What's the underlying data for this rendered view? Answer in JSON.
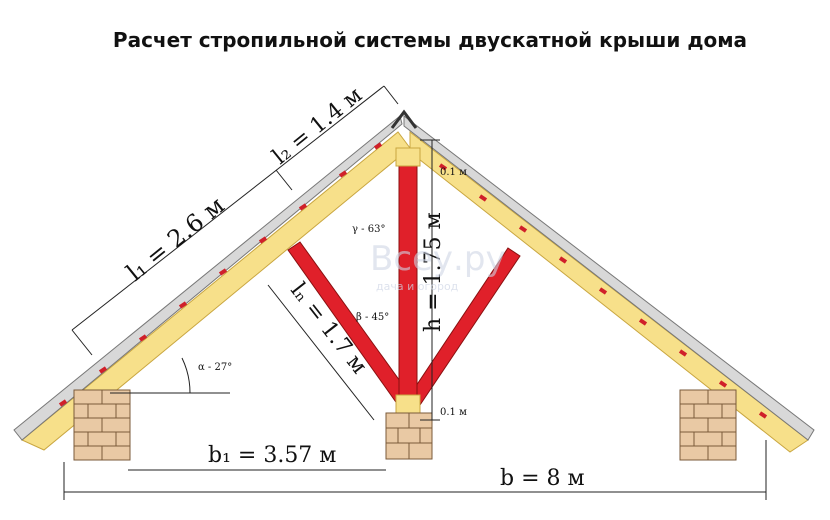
{
  "title": "Расчет стропильной системы двускатной крыши дома",
  "labels": {
    "l2": "l₂ = 1.4 м",
    "l1": "l₁ = 2.6 м",
    "ln": "lₙ = 1.7 м",
    "h": "h = 1.75 м",
    "b1": "b₁ = 3.57 м",
    "b": "b = 8 м",
    "alpha": "α - 27°",
    "beta": "β - 45°",
    "gamma": "γ - 63°",
    "top_gap": "0.1 м",
    "bottom_gap": "0.1 м",
    "watermark": "Всеу.ру",
    "watermark_sub": "дача и огород"
  },
  "colors": {
    "timber": "#f7e08a",
    "timber_edge": "#c9a640",
    "strut_red": "#e0202a",
    "brick": "#e9c9a4",
    "brick_line": "#7a5a3a",
    "roof_gray": "#9a9a9a",
    "accent_red": "#d0202a"
  }
}
